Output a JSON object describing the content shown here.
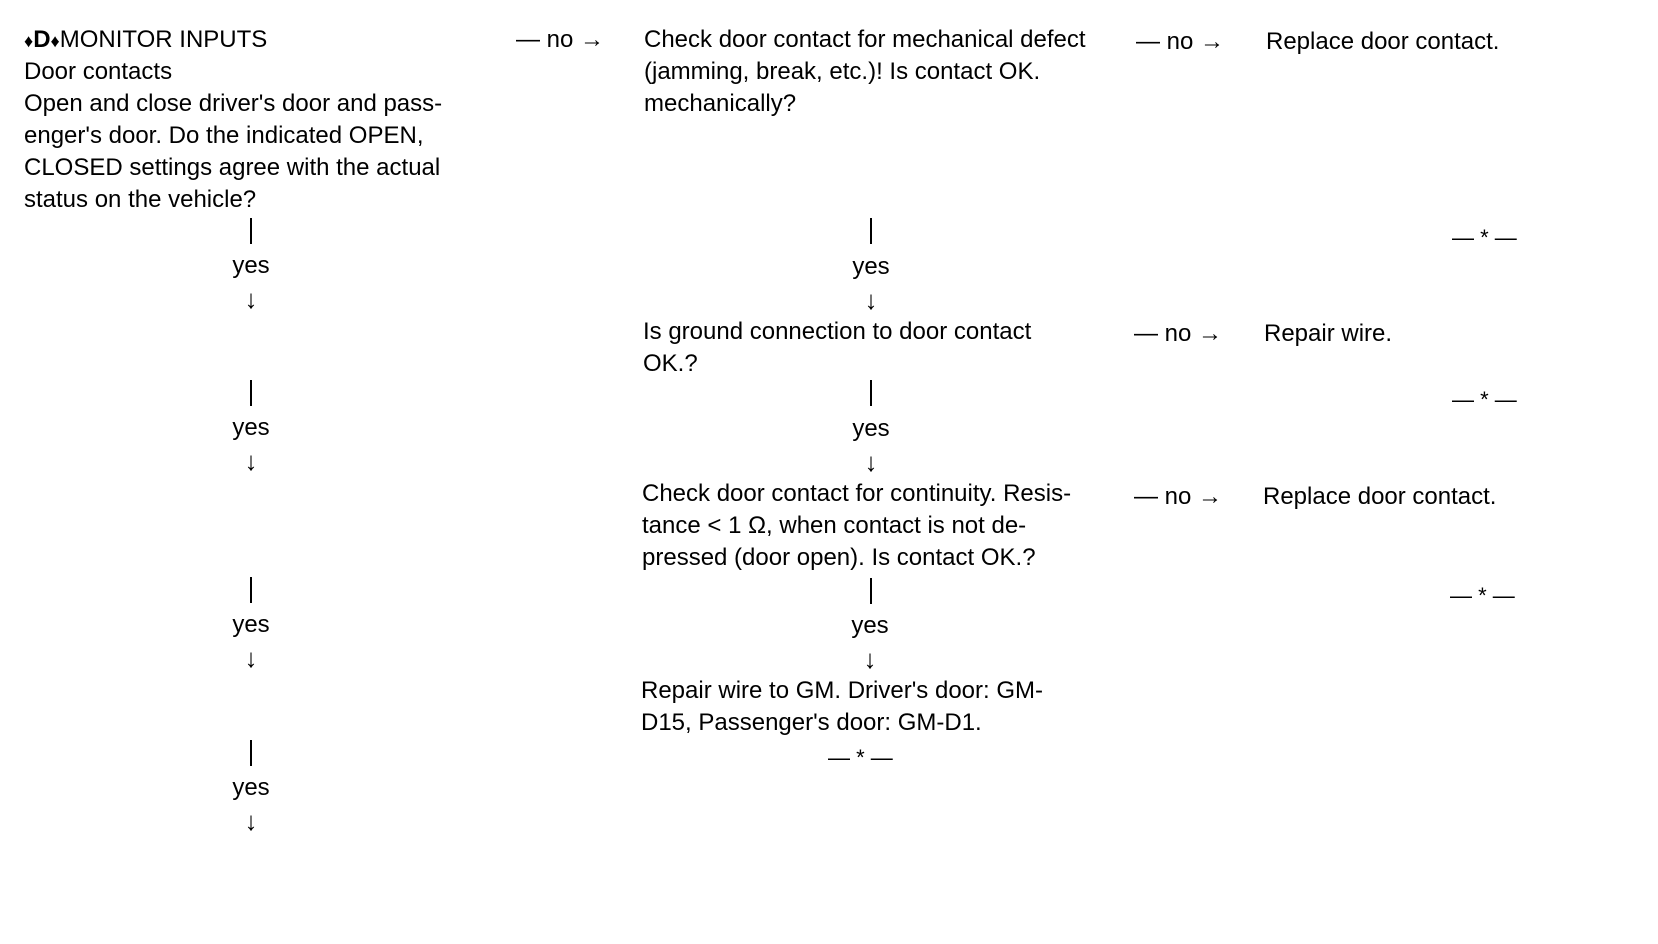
{
  "header": {
    "symbol_left": "♦",
    "letter": "D",
    "symbol_right": "♦",
    "title": "MONITOR INPUTS"
  },
  "left": {
    "subtitle": "Door contacts",
    "question": "Open and close driver's door and pass-\nenger's door. Do the indicated OPEN,\nCLOSED settings agree with the actual\nstatus on the vehicle?"
  },
  "mid": {
    "q1": "Check door contact for mechanical defect\n(jamming, break, etc.)! Is contact OK.\nmechanically?",
    "q2": "Is ground connection to door contact\nOK.?",
    "q3": "Check door contact for continuity. Resis-\ntance < 1 Ω, when contact is not de-\npressed (door open). Is contact OK.?",
    "final": "Repair wire to GM. Driver's door: GM-\nD15, Passenger's door: GM-D1."
  },
  "right": {
    "a1": "Replace door contact.",
    "a2": "Repair wire.",
    "a3": "Replace door contact."
  },
  "labels": {
    "no_arrow": "— no →",
    "yes": "yes",
    "down_arrow": "↓",
    "end_mark": "— * —"
  }
}
